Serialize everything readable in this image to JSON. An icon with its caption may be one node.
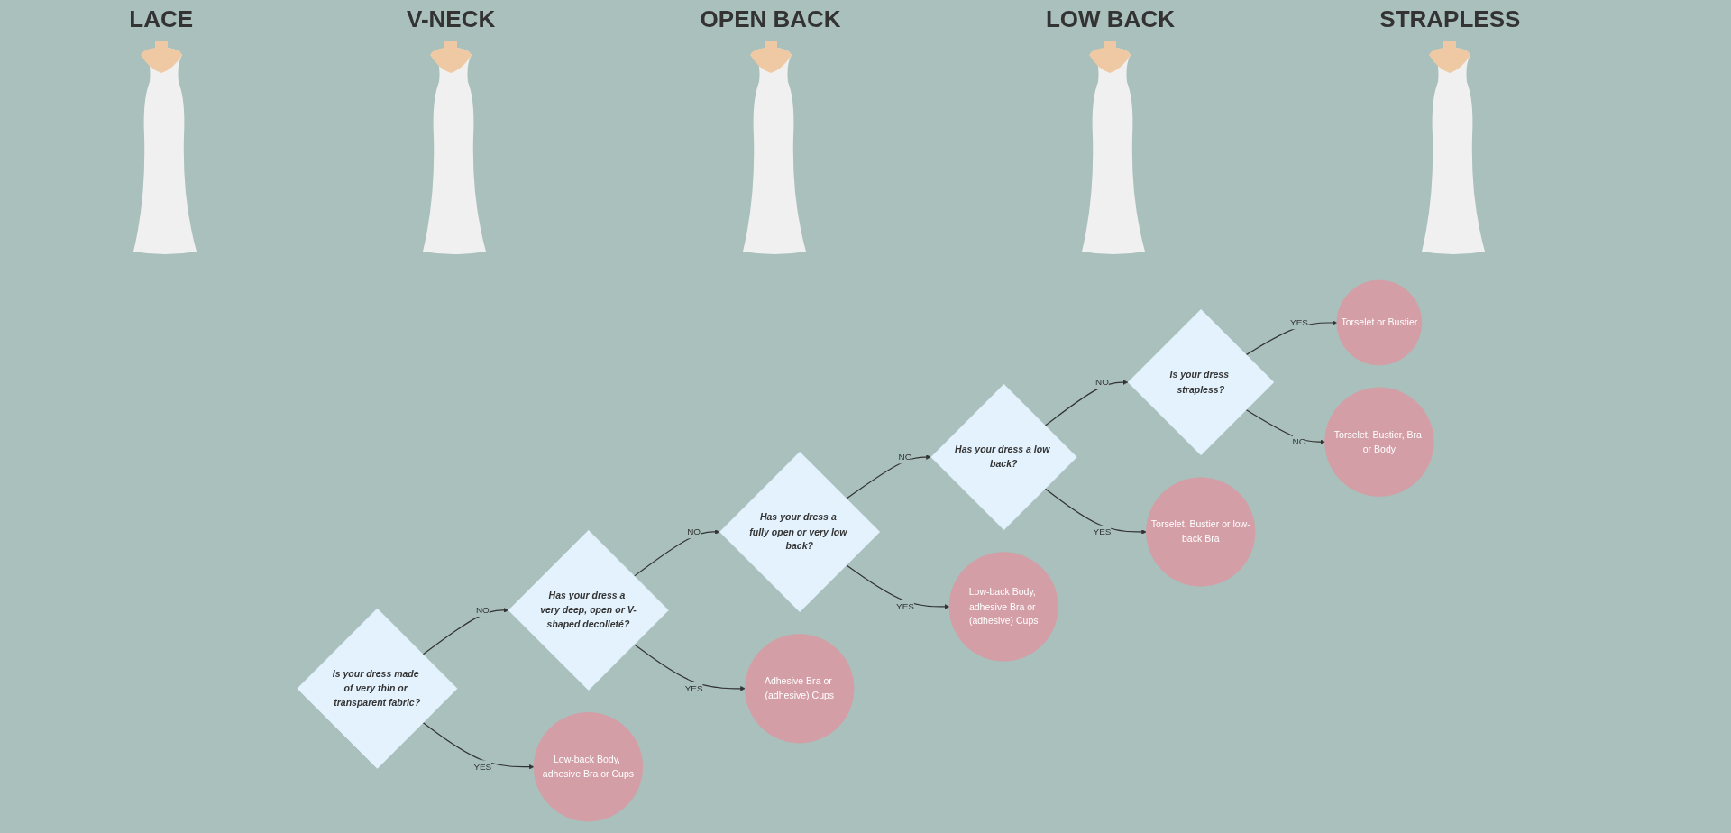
{
  "diagram": {
    "nodes": [
      {
        "text": [
          "Is your dress made of very thin or transparent fabric?"
        ]
      },
      {
        "text": [
          "Has your dress a very deep, open or V-shaped decolleté?"
        ]
      },
      {
        "text": [
          "Has your dress a fully open or very low back?"
        ]
      },
      {
        "text": [
          "Has your dress a low back?"
        ]
      },
      {
        "text": [
          "Is your dress strapless?"
        ]
      },
      {
        "text": [
          "Low-back Body, adhesive Bra or Cups"
        ]
      },
      {
        "text": [
          "Adhesive Bra or (adhesive) Cups"
        ]
      },
      {
        "text": [
          "Low-back Body, adhesive Bra or (adhesive) Cups"
        ]
      },
      {
        "text": [
          "Torselet, Bustier or low-back Bra"
        ]
      },
      {
        "text": [
          "Torselet or Bustier"
        ]
      },
      {
        "text": [
          "Torselet, Bustier, Bra or Body"
        ]
      }
    ],
    "edges": [
      {
        "from": 0,
        "to": 1,
        "arrow": "to",
        "label": "NO"
      },
      {
        "from": 0,
        "to": 5,
        "arrow": "to",
        "label": "YES"
      },
      {
        "from": 1,
        "to": 2,
        "arrow": "to",
        "label": "NO"
      },
      {
        "from": 1,
        "to": 6,
        "arrow": "to",
        "label": "YES"
      },
      {
        "from": 2,
        "to": 3,
        "arrow": "to",
        "label": "NO"
      },
      {
        "from": 2,
        "to": 7,
        "arrow": "to",
        "label": "YES"
      },
      {
        "from": 3,
        "to": 4,
        "arrow": "to",
        "label": "NO"
      },
      {
        "from": 3,
        "to": 8,
        "arrow": "to",
        "label": "YES"
      },
      {
        "from": 4,
        "to": 9,
        "arrow": "to",
        "label": "YES"
      },
      {
        "from": 4,
        "to": 10,
        "arrow": "to",
        "label": "NO"
      }
    ],
    "labels": [
      "LACE",
      "V-NECK",
      "OPEN BACK",
      "LOW BACK",
      "STRAPLESS"
    ]
  }
}
